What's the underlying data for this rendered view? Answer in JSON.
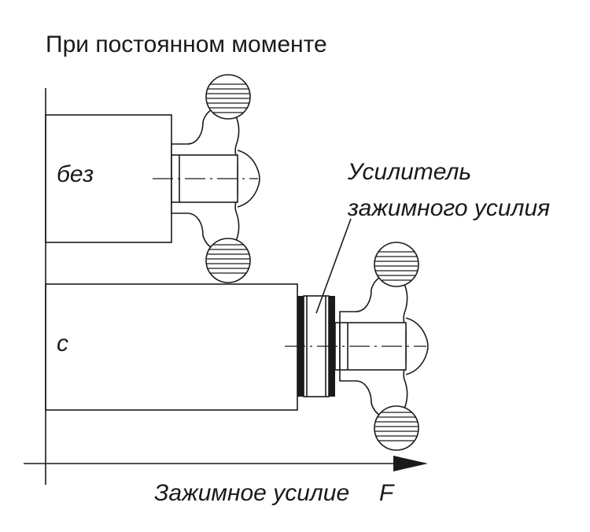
{
  "title": "При постоянном моменте",
  "labels": {
    "without": "без",
    "with": "с",
    "booster_line1": "Усилитель",
    "booster_line2": "зажимного усилия",
    "axis_label": "Зажимное усилие",
    "axis_symbol": "F"
  }
}
